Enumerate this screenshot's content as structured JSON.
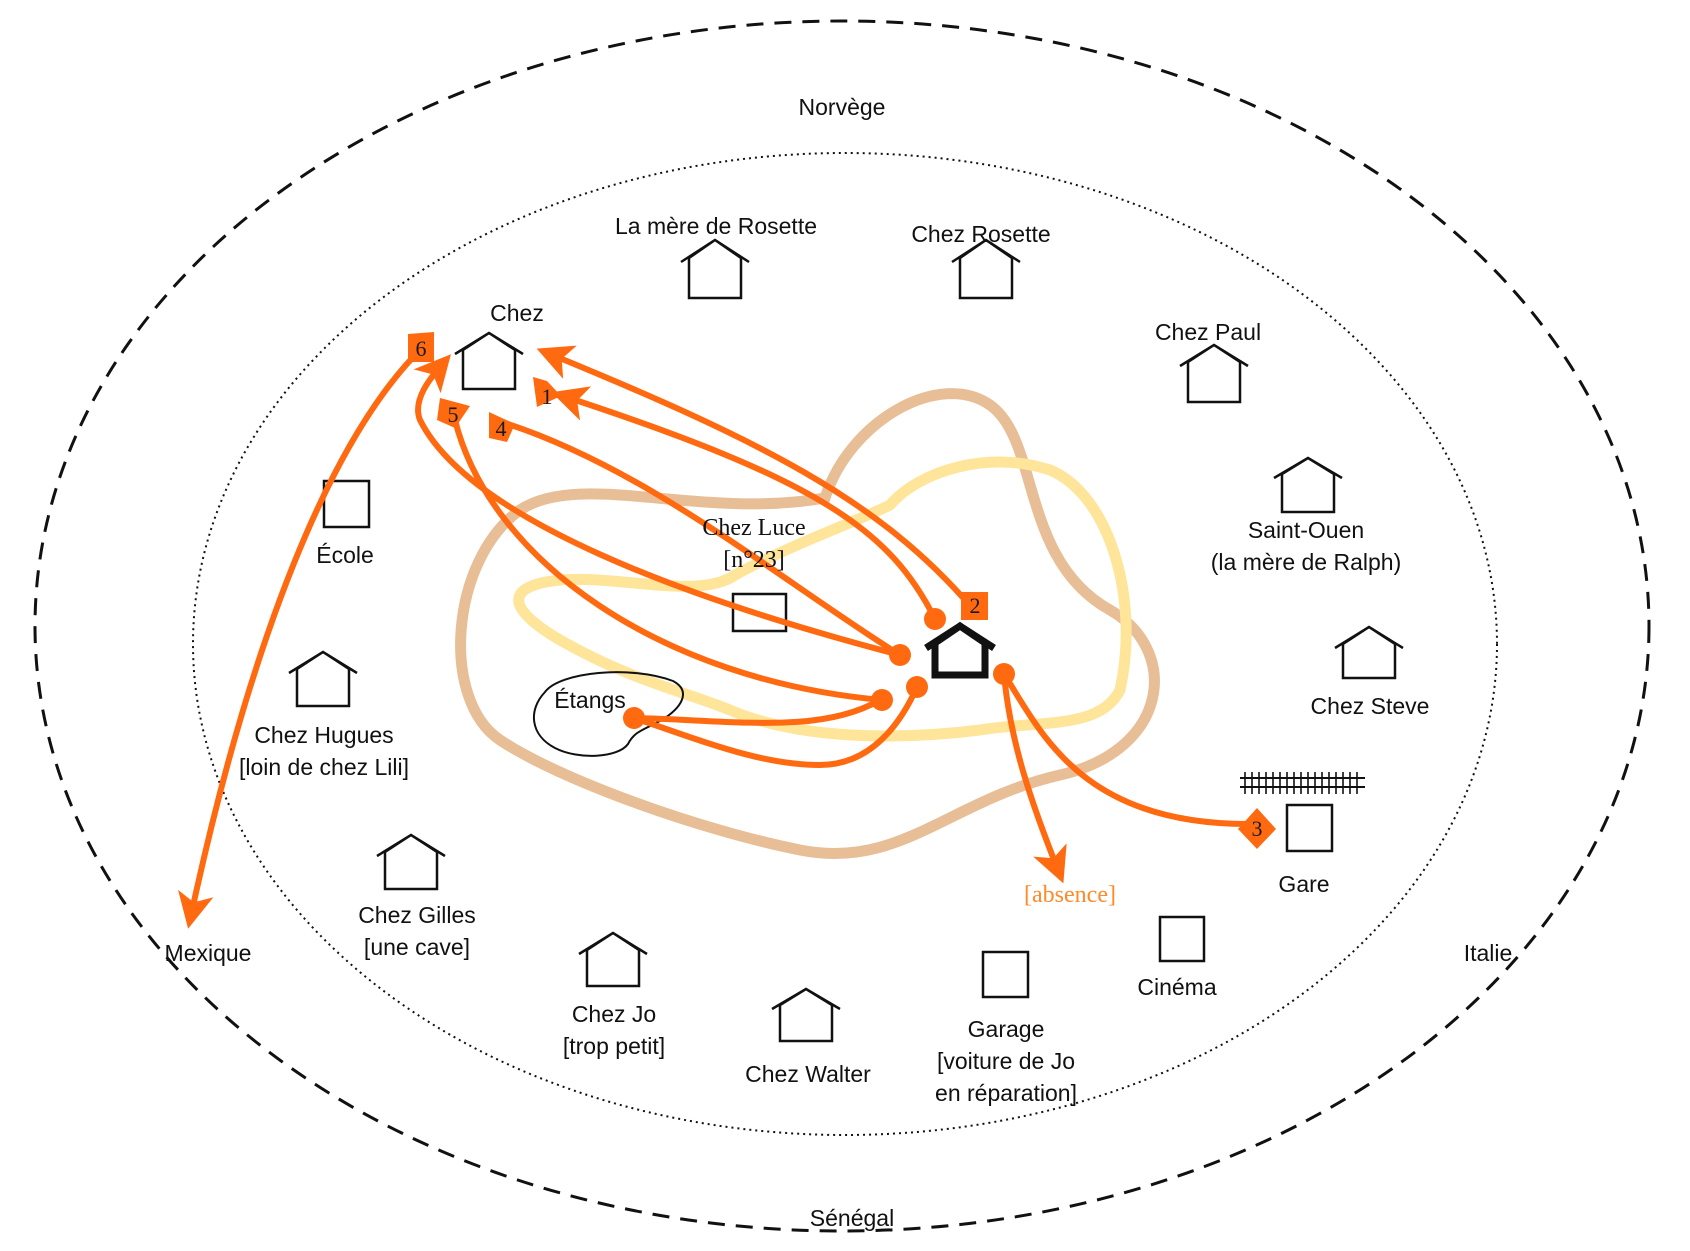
{
  "colors": {
    "route": "#ff6a10",
    "home": "#111111",
    "zone_outer": "#e8be96",
    "zone_inner": "#ffe59a",
    "absence": "#ff8a2a"
  },
  "regions": {
    "north": "Norvège",
    "south": "Sénégal",
    "west": "Mexique",
    "east": "Italie"
  },
  "places": {
    "mere_rosette": [
      "La mère de Rosette"
    ],
    "chez_rosette": [
      "Chez Rosette"
    ],
    "chez": [
      "Chez"
    ],
    "chez_paul": [
      "Chez Paul"
    ],
    "saint_ouen": [
      "Saint-Ouen",
      "(la mère de Ralph)"
    ],
    "ecole": [
      "École"
    ],
    "chez_luce": [
      "Chez Luce",
      "[n°23]"
    ],
    "chez_steve": [
      "Chez Steve"
    ],
    "chez_hugues": [
      "Chez Hugues",
      "[loin de chez Lili]"
    ],
    "etangs": [
      "Étangs"
    ],
    "gare": [
      "Gare"
    ],
    "chez_gilles": [
      "Chez Gilles",
      "[une cave]"
    ],
    "chez_jo": [
      "Chez Jo",
      "[trop petit]"
    ],
    "chez_walter": [
      "Chez Walter"
    ],
    "garage": [
      "Garage",
      "[voiture de Jo",
      "en réparation]"
    ],
    "cinema": [
      "Cinéma"
    ],
    "absence": [
      "[absence]"
    ]
  },
  "route_markers": [
    "1",
    "2",
    "3",
    "4",
    "5",
    "6"
  ],
  "icons": {
    "house": "house-icon",
    "square": "building-icon",
    "home": "home-icon",
    "rails": "railway-icon"
  }
}
